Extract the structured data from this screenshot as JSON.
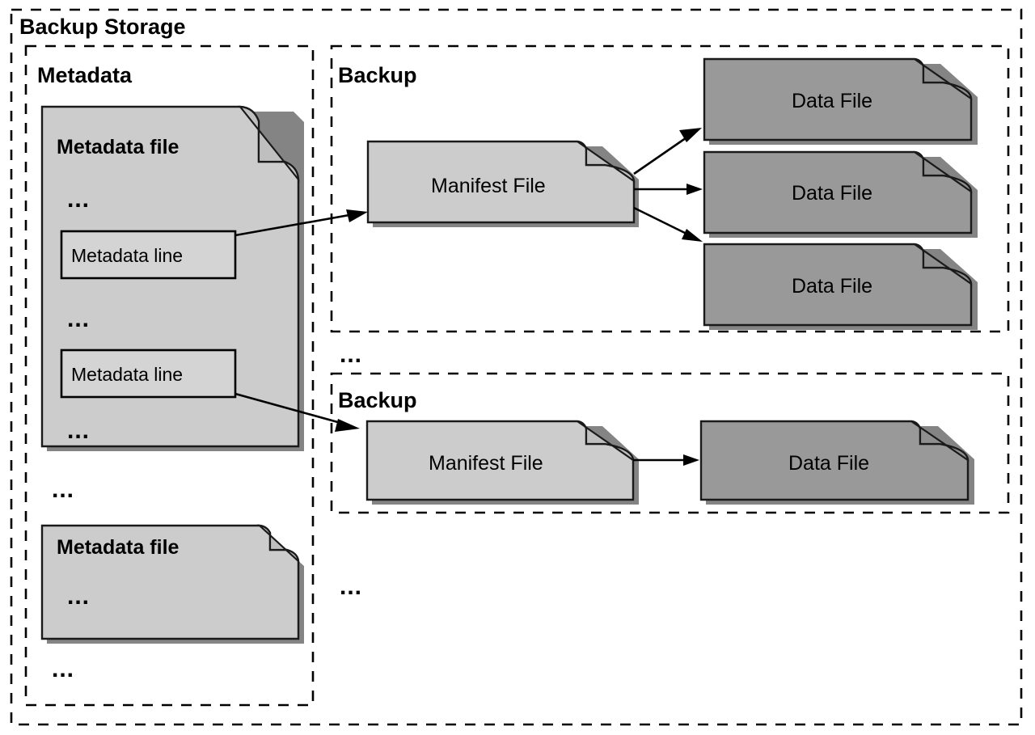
{
  "diagram": {
    "title": "Backup Storage",
    "outer_container_label": "Backup Storage",
    "ellipsis_glyph": "...",
    "colors": {
      "light_file_fill": "#cccccc",
      "dark_file_fill": "#999999",
      "inner_box_fill": "#d4d4d4",
      "stroke": "#000000",
      "background": "#ffffff"
    }
  },
  "metadata_section": {
    "label": "Metadata",
    "files": [
      {
        "title": "Metadata file",
        "rows": [
          {
            "kind": "ellipsis",
            "text": "..."
          },
          {
            "kind": "line",
            "text": "Metadata line"
          },
          {
            "kind": "ellipsis",
            "text": "..."
          },
          {
            "kind": "line",
            "text": "Metadata line"
          },
          {
            "kind": "ellipsis",
            "text": "..."
          }
        ]
      },
      {
        "title": "Metadata file",
        "rows": [
          {
            "kind": "ellipsis",
            "text": "..."
          }
        ]
      }
    ],
    "between_files_ellipsis": "...",
    "trailing_ellipsis": "..."
  },
  "backups": [
    {
      "label": "Backup",
      "manifest": {
        "title": "Manifest File"
      },
      "data_files": [
        {
          "title": "Data File"
        },
        {
          "title": "Data File"
        },
        {
          "title": "Data File"
        }
      ]
    },
    {
      "label": "Backup",
      "manifest": {
        "title": "Manifest File"
      },
      "data_files": [
        {
          "title": "Data File"
        }
      ]
    }
  ],
  "backup_separator_ellipsis": "...",
  "backup_trailing_ellipsis": "..."
}
